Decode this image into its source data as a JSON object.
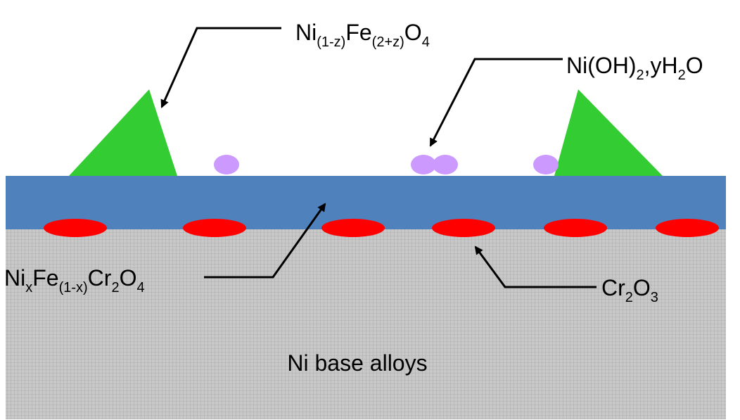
{
  "labels": {
    "spinel_outer": {
      "base1": "Ni",
      "sub1": "(1-z)",
      "base2": "Fe",
      "sub2": "(2+z)",
      "base3": "O",
      "sub3": "4"
    },
    "hydroxide": {
      "base1": "Ni(OH)",
      "sub1": "2",
      "base2": ",yH",
      "sub2": "2",
      "base3": "O"
    },
    "spinel_inner": {
      "base1": "Ni",
      "sub1": "x",
      "base2": "Fe",
      "sub2": "(1-x)",
      "base3": "Cr",
      "sub3": "2",
      "base4": "O",
      "sub4": "4"
    },
    "chromia": {
      "base1": "Cr",
      "sub1": "2",
      "base2": "O",
      "sub2": "3"
    },
    "substrate": "Ni base alloys"
  },
  "colors": {
    "substrate_fill": "#c8c8c8",
    "substrate_grid": "#9a9a9a",
    "oxide_layer": "#4f81bd",
    "chromia_islands": "#ff0000",
    "spinel_crystals": "#33cc33",
    "hydroxide_particles": "#cc99ff",
    "arrows": "#000000"
  }
}
